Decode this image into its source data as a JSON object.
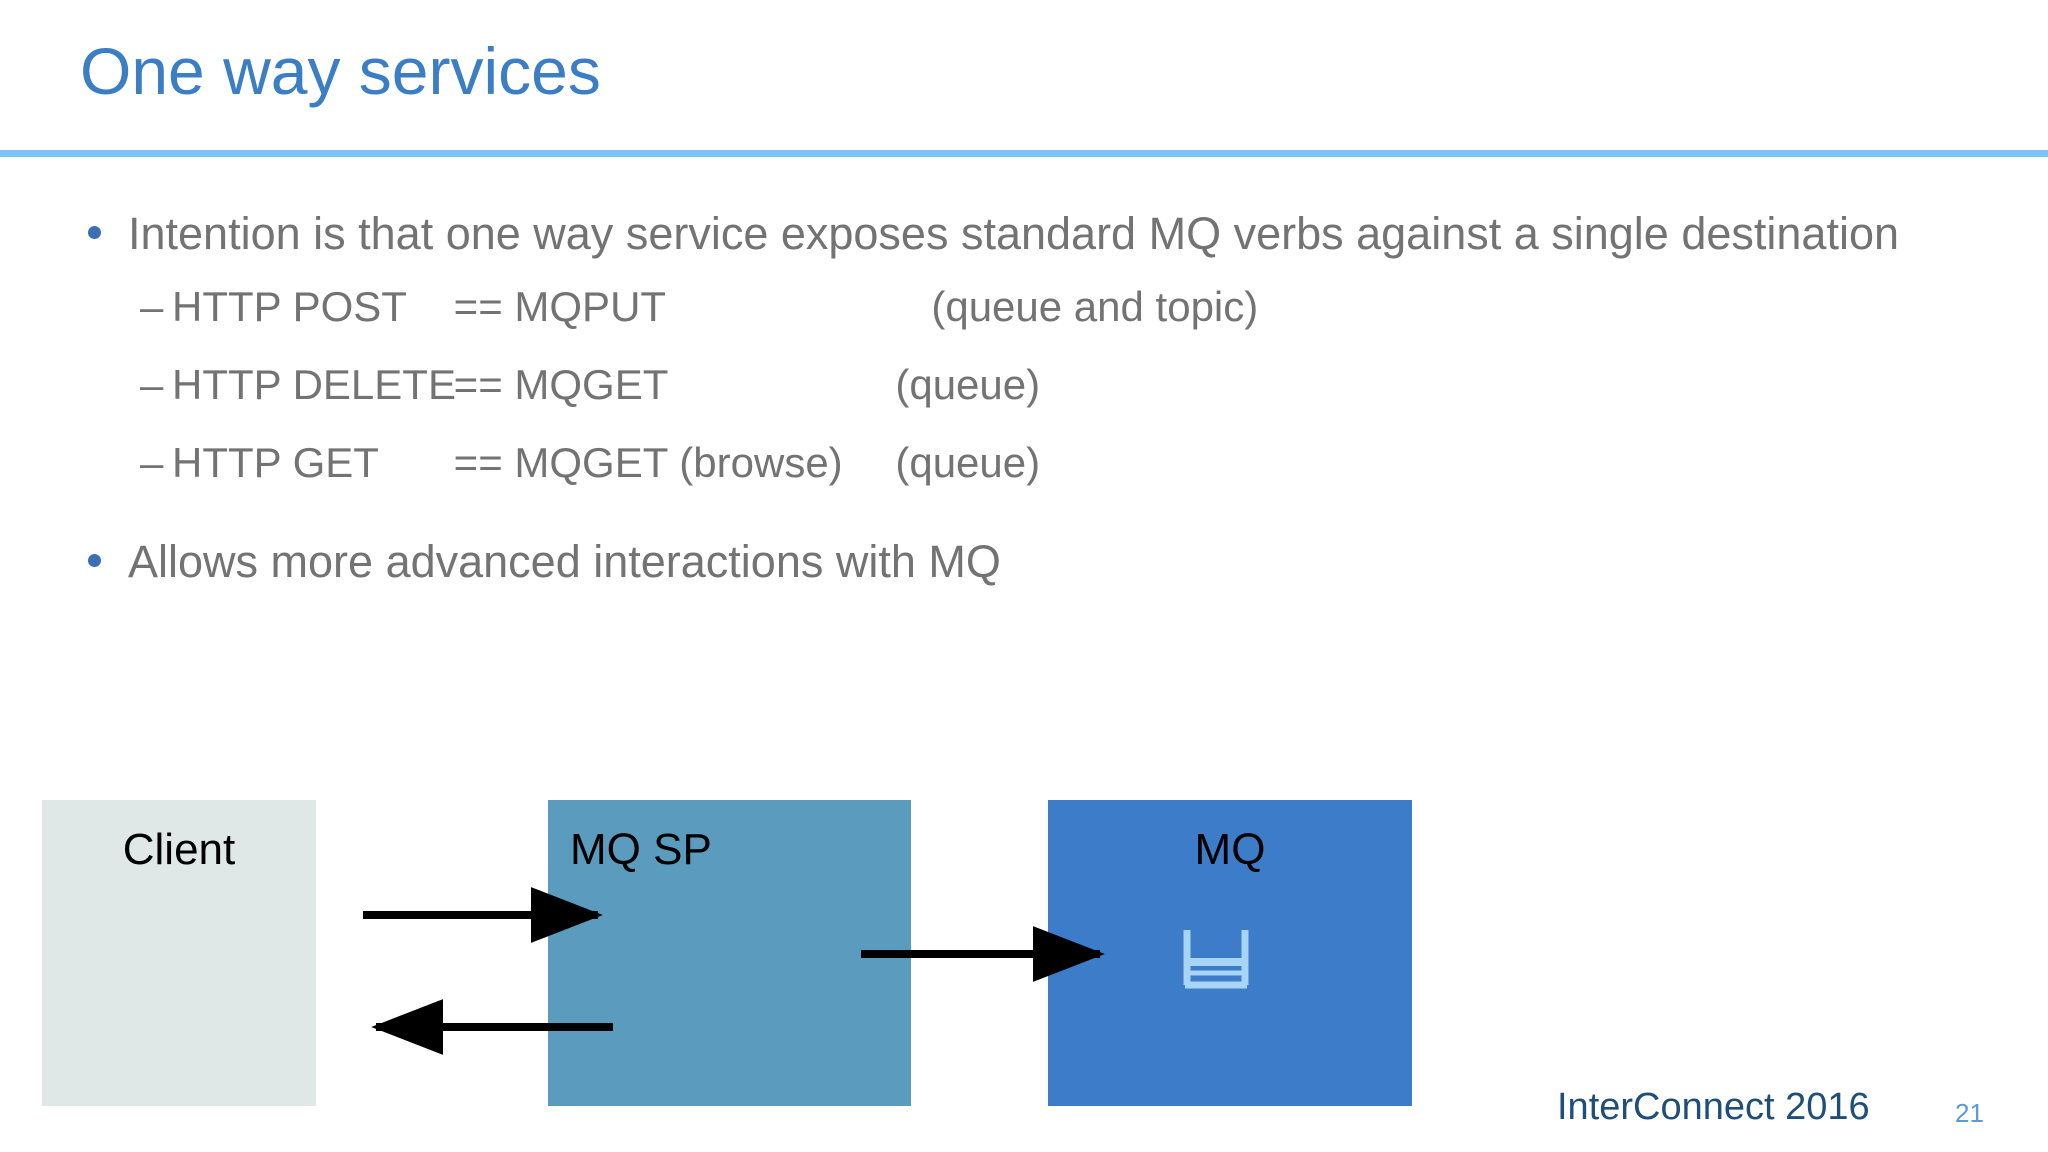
{
  "slide": {
    "title": "One way services",
    "accent_rule_color": "#7cc3f7",
    "title_color": "#3c7ec4",
    "body_text_color": "#737373"
  },
  "bullets": [
    {
      "level": 1,
      "text": "Intention is that one way service exposes standard MQ verbs against a single destination"
    },
    {
      "level": 2,
      "dash": "–",
      "verb": "HTTP POST",
      "operator": "== MQPUT",
      "note": "(queue and topic)"
    },
    {
      "level": 2,
      "dash": "–",
      "verb": "HTTP DELETE",
      "operator": "== MQGET",
      "note": "(queue)"
    },
    {
      "level": 2,
      "dash": "–",
      "verb": "HTTP GET",
      "operator": "== MQGET (browse)",
      "note": "(queue)"
    },
    {
      "level": 1,
      "text": "Allows more advanced interactions with MQ"
    }
  ],
  "diagram": {
    "boxes": [
      {
        "id": "client",
        "label": "Client",
        "color": "#dfe7e7"
      },
      {
        "id": "mqsp",
        "label": "MQ SP",
        "color": "#5b9bbd"
      },
      {
        "id": "mq",
        "label": "MQ",
        "color": "#3d7cc9"
      }
    ],
    "icons": [
      {
        "id": "queue",
        "name": "queue-icon",
        "color": "#a8d4f5"
      }
    ],
    "arrows": [
      {
        "id": "client-to-mqsp",
        "direction": "right",
        "color": "#000000"
      },
      {
        "id": "mqsp-to-client",
        "direction": "left",
        "color": "#000000"
      },
      {
        "id": "mqsp-to-mq",
        "direction": "right",
        "color": "#000000"
      }
    ]
  },
  "footer": {
    "brand": "InterConnect 2016",
    "page_number": "21",
    "brand_color": "#1f4e79",
    "page_color": "#5b9bd5"
  }
}
